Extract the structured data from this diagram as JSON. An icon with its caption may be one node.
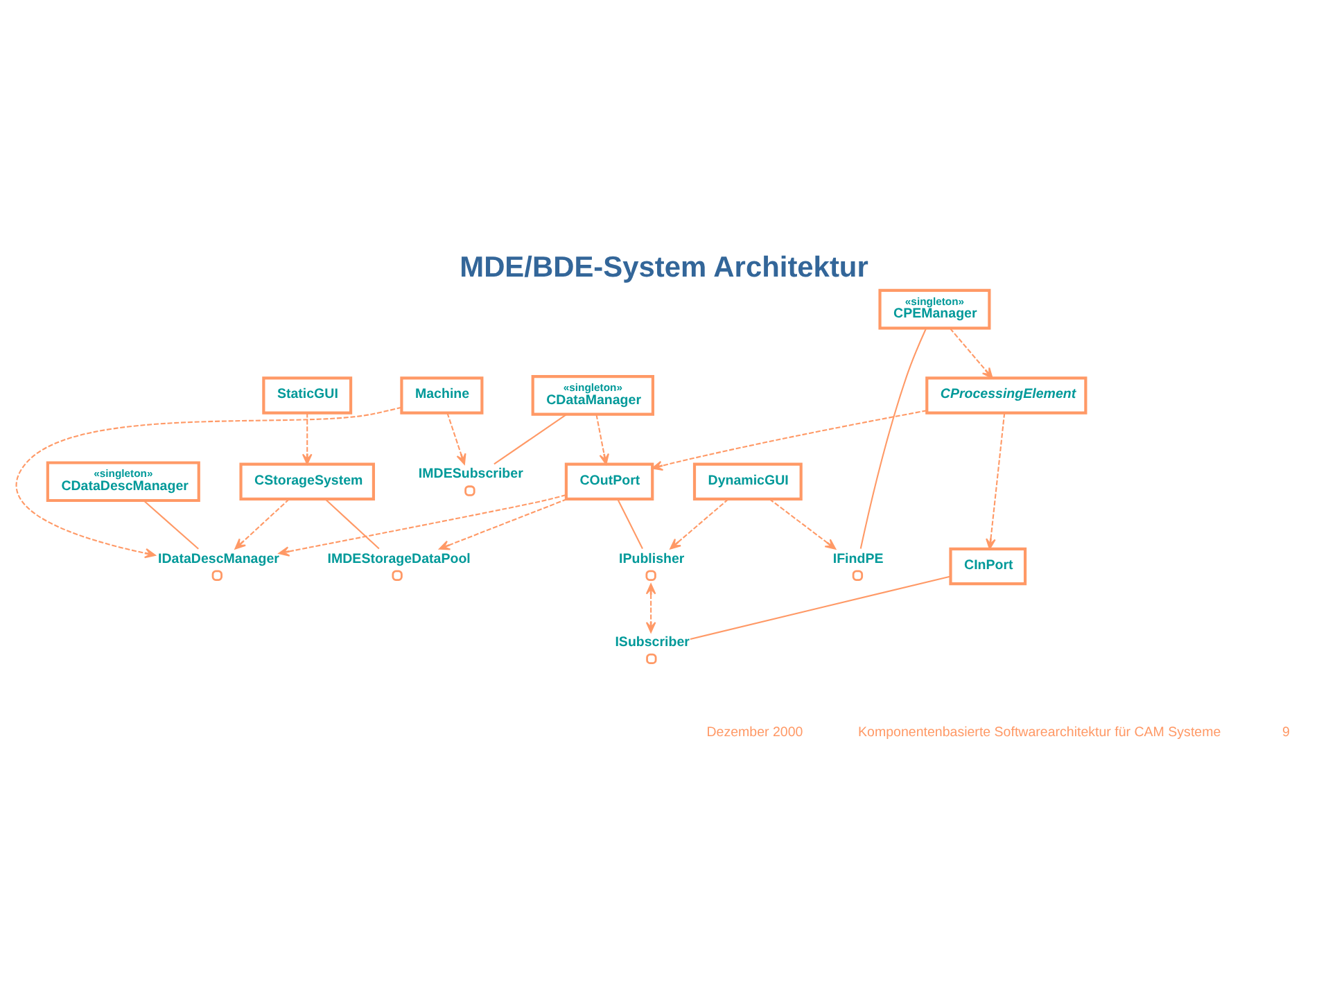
{
  "diagram": {
    "title": "MDE/BDE-System Architektur",
    "nodes": [
      {
        "text": [
          "Machine"
        ]
      },
      {
        "text": [
          "«singleton»",
          "CDataDescManager"
        ]
      },
      {
        "text": [
          "IDataDescManager"
        ]
      },
      {
        "text": [
          "CStorageSystem"
        ]
      },
      {
        "text": [
          "StaticGUI"
        ]
      },
      {
        "text": [
          "IMDEStorageDataPool"
        ]
      },
      {
        "text": [
          "CProcessingElement"
        ]
      },
      {
        "text": [
          "«singleton»",
          "CPEManager"
        ]
      },
      {
        "text": [
          "IFindPE"
        ]
      },
      {
        "text": [
          "«singleton»",
          "CDataManager"
        ]
      },
      {
        "text": [
          "IMDESubscriber"
        ]
      },
      {
        "text": [
          "COutPort"
        ]
      },
      {
        "text": [
          "CInPort"
        ]
      },
      {
        "text": [
          "IPublisher"
        ]
      },
      {
        "text": [
          "ISubscriber"
        ]
      },
      {
        "text": [
          "DynamicGUI"
        ]
      }
    ],
    "edges": [
      {
        "from": 1,
        "to": 2,
        "arrow": "none"
      },
      {
        "from": 0,
        "to": 2,
        "arrow": "to",
        "style": "dashed"
      },
      {
        "from": 0,
        "to": 10,
        "arrow": "to",
        "style": "dashed"
      },
      {
        "from": 3,
        "to": 2,
        "arrow": "to",
        "style": "dashed"
      },
      {
        "from": 11,
        "to": 2,
        "arrow": "to",
        "style": "dashed"
      },
      {
        "from": 4,
        "to": 3,
        "arrow": "to",
        "style": "dashed"
      },
      {
        "from": 3,
        "to": 5,
        "arrow": "none"
      },
      {
        "from": 11,
        "to": 5,
        "arrow": "to",
        "style": "dashed"
      },
      {
        "from": 7,
        "to": 6,
        "arrow": "to",
        "style": "dashed"
      },
      {
        "from": 7,
        "to": 8,
        "arrow": "none"
      },
      {
        "from": 15,
        "to": 8,
        "arrow": "to",
        "style": "dashed"
      },
      {
        "from": 9,
        "to": 10,
        "arrow": "none"
      },
      {
        "from": 9,
        "to": 11,
        "arrow": "to",
        "style": "dashed"
      },
      {
        "from": 6,
        "to": 11,
        "arrow": "to",
        "style": "dashed"
      },
      {
        "from": 6,
        "to": 12,
        "arrow": "to",
        "style": "dashed"
      },
      {
        "from": 11,
        "to": 13,
        "arrow": "none"
      },
      {
        "from": 12,
        "to": 14,
        "arrow": "none"
      },
      {
        "from": 13,
        "to": 14,
        "arrow": "both",
        "style": "dashed"
      },
      {
        "from": 15,
        "to": 13,
        "arrow": "to",
        "style": "dashed"
      }
    ],
    "labels": [
      "Dezember 2000",
      "Komponentenbasierte Softwarearchitektur für CAM Systeme",
      "9"
    ]
  }
}
